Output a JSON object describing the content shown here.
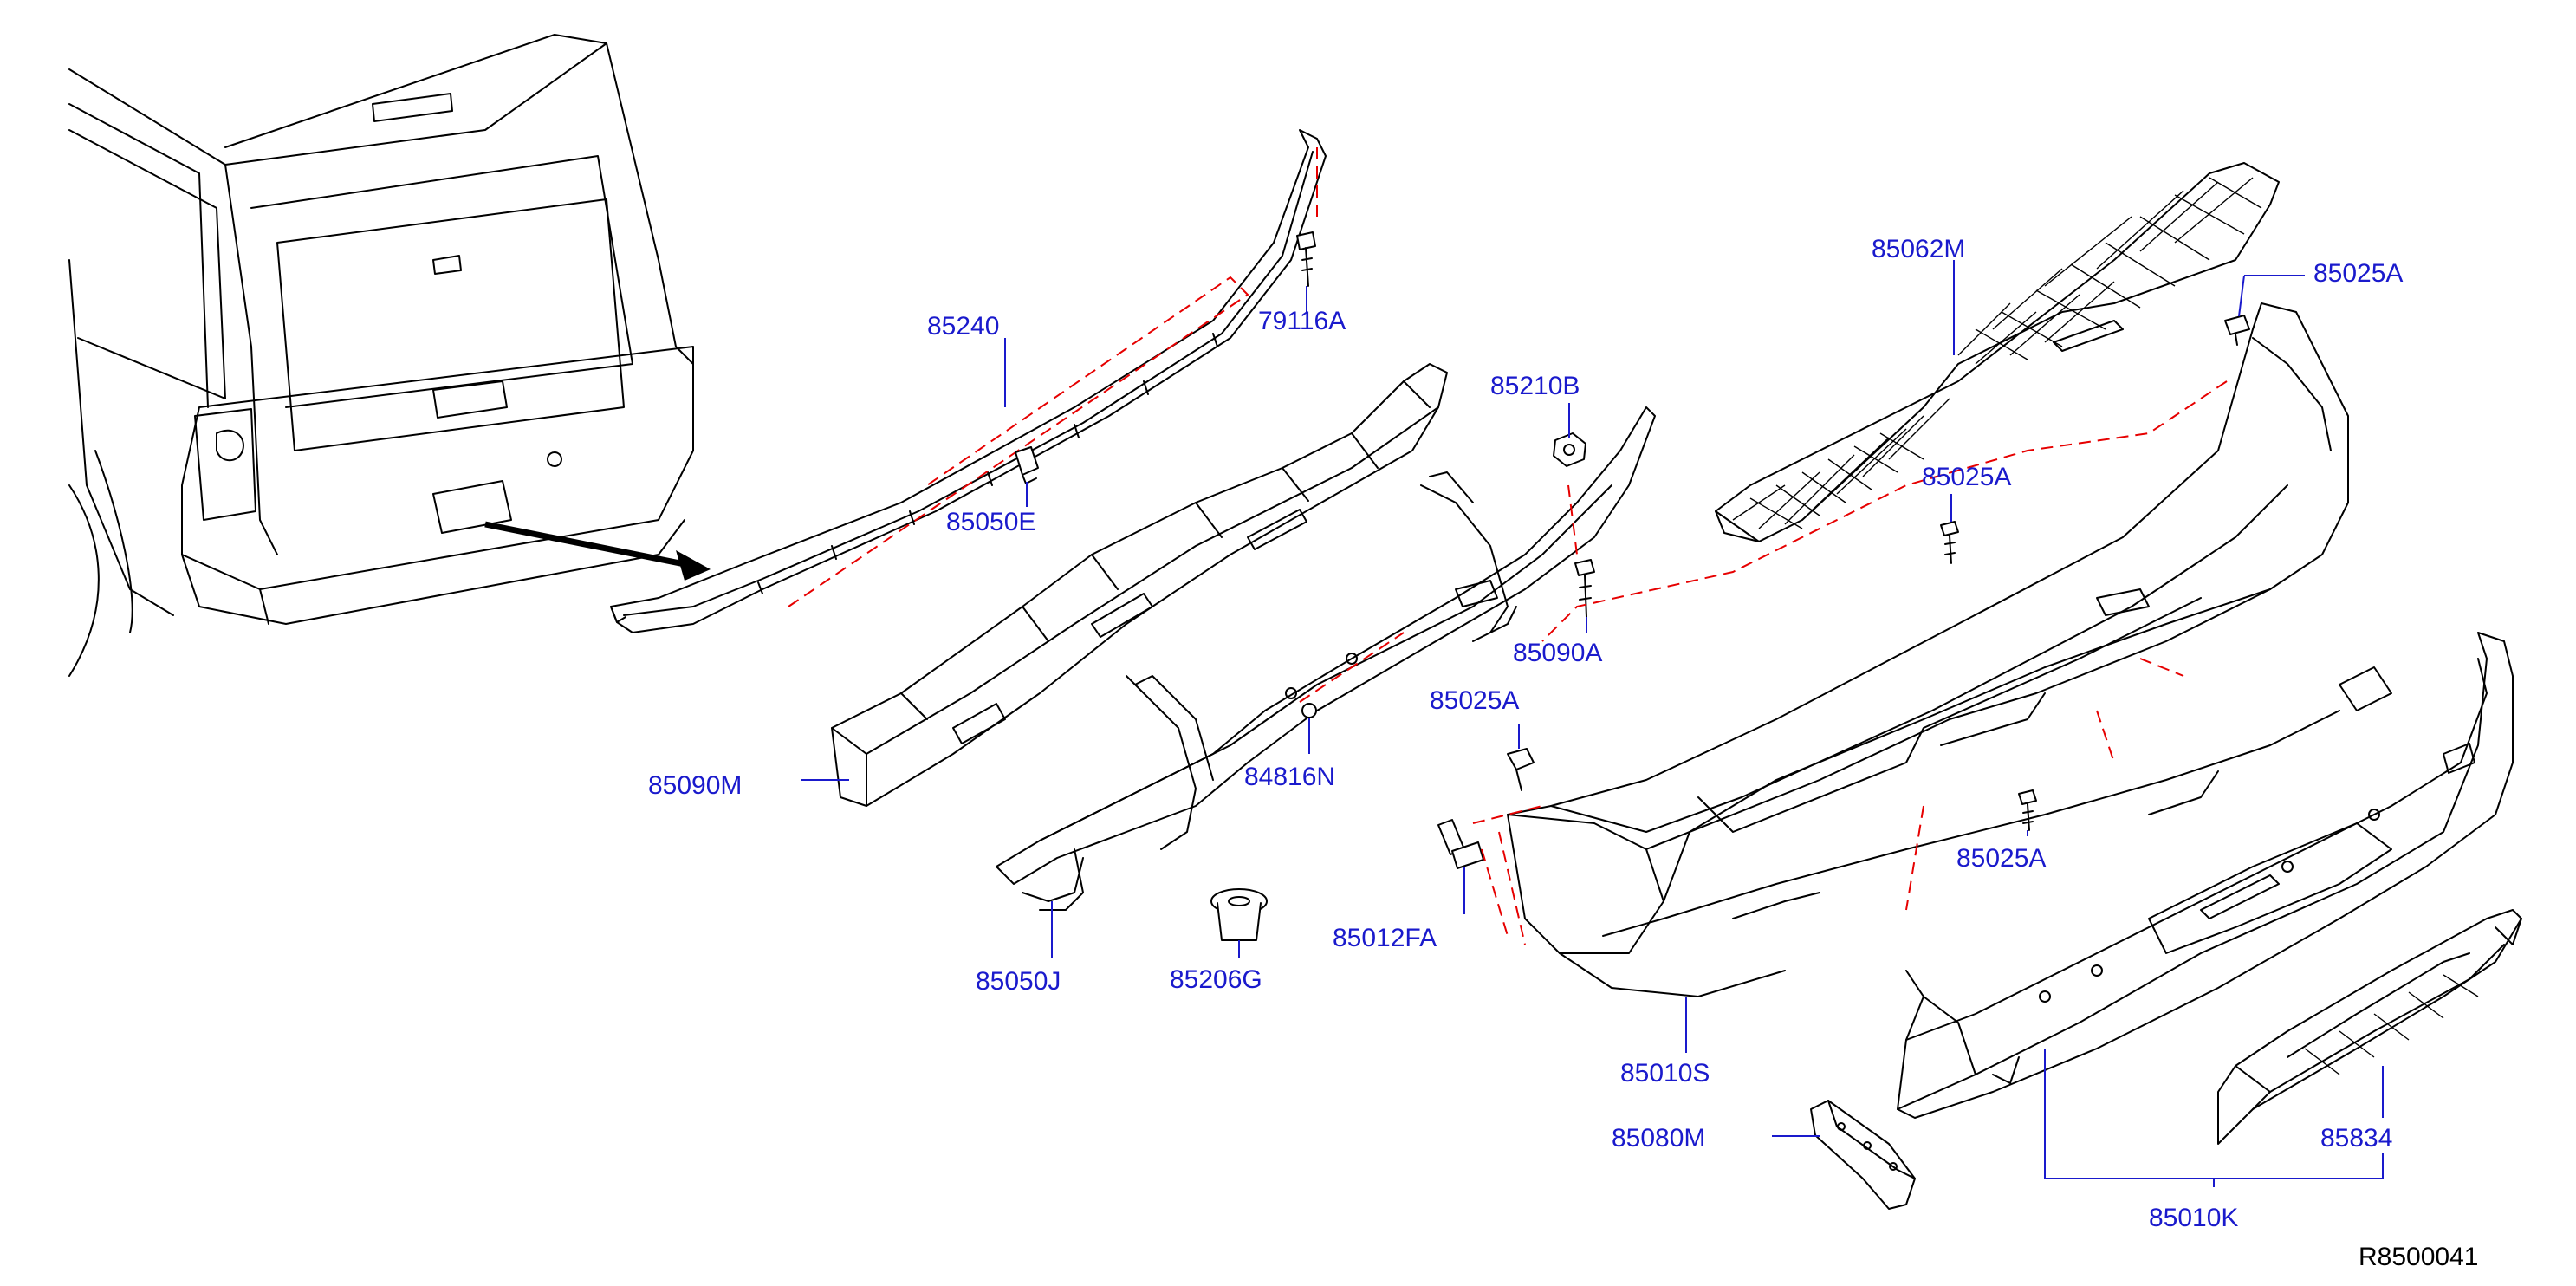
{
  "diagram": {
    "parts": [
      {
        "id": "p79116A",
        "number": "79116A"
      },
      {
        "id": "p85240",
        "number": "85240"
      },
      {
        "id": "p85050E",
        "number": "85050E"
      },
      {
        "id": "p85090M",
        "number": "85090M"
      },
      {
        "id": "p85210B",
        "number": "85210B"
      },
      {
        "id": "p85090A",
        "number": "85090A"
      },
      {
        "id": "p84816N",
        "number": "84816N"
      },
      {
        "id": "p85025A_left",
        "number": "85025A"
      },
      {
        "id": "p85050J",
        "number": "85050J"
      },
      {
        "id": "p85206G",
        "number": "85206G"
      },
      {
        "id": "p85012FA",
        "number": "85012FA"
      },
      {
        "id": "p85062M",
        "number": "85062M"
      },
      {
        "id": "p85025A_top",
        "number": "85025A"
      },
      {
        "id": "p85025A_mid",
        "number": "85025A"
      },
      {
        "id": "p85025A_lower",
        "number": "85025A"
      },
      {
        "id": "p85010S",
        "number": "85010S"
      },
      {
        "id": "p85080M",
        "number": "85080M"
      },
      {
        "id": "p85834",
        "number": "85834"
      },
      {
        "id": "p85010K",
        "number": "85010K"
      }
    ],
    "diagram_code": "R8500041",
    "colors": {
      "label": "#1a1acc",
      "dashed_guide": "#e60000",
      "outline": "#000000"
    }
  }
}
